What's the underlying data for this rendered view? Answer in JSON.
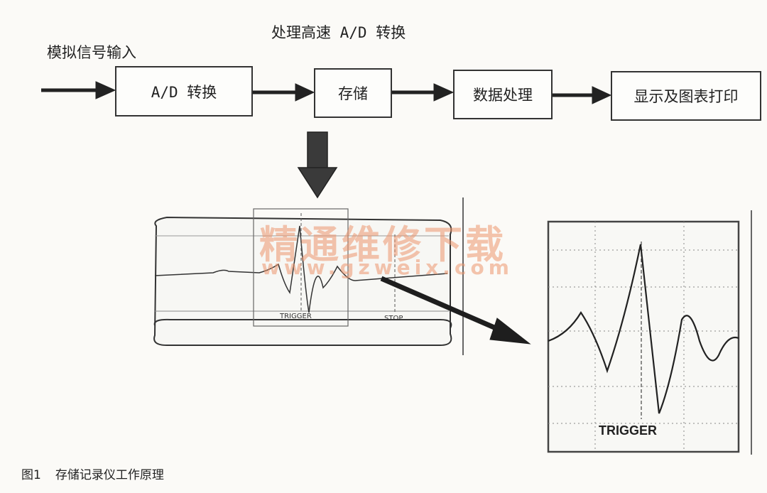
{
  "labels": {
    "input": "模拟信号输入",
    "process": "处理高速 A/D 转换"
  },
  "blocks": [
    {
      "id": "ad",
      "label": "A/D 转换"
    },
    {
      "id": "store",
      "label": "存储"
    },
    {
      "id": "data",
      "label": "数据处理"
    },
    {
      "id": "display",
      "label": "显示及图表打印"
    }
  ],
  "tape": {
    "trigger": "TRIGGER",
    "stop": "STOP"
  },
  "zoom": {
    "trigger": "TRIGGER"
  },
  "watermark": {
    "text": "精通维修下载",
    "url": "www.gzweix.com"
  },
  "caption": {
    "number": "图1",
    "title": "存储记录仪工作原理"
  }
}
